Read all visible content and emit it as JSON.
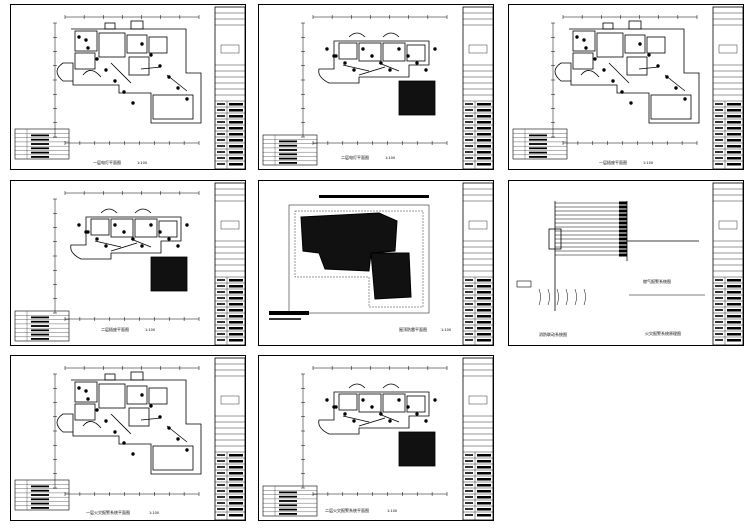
{
  "sheets": [
    {
      "id": "s1",
      "title": "一层电灯平面图",
      "scale": "1:100",
      "variant": "plan-light",
      "legend": true
    },
    {
      "id": "s2",
      "title": "二层电灯平面图",
      "scale": "1:100",
      "variant": "plan-upper",
      "legend": true
    },
    {
      "id": "s3",
      "title": "一层插座平面图",
      "scale": "1:100",
      "variant": "plan-light",
      "legend": true
    },
    {
      "id": "s4",
      "title": "二层插座平面图",
      "scale": "1:100",
      "variant": "plan-upper",
      "legend": true
    },
    {
      "id": "s5",
      "title": "屋顶防雷平面图",
      "scale": "1:100",
      "variant": "roof",
      "legend": false
    },
    {
      "id": "s6",
      "title": "燃气报警系统图",
      "subtitle": "火灾报警系统原理图",
      "subtitle2": "消防联动系统图",
      "scale": "",
      "variant": "system",
      "legend": false
    },
    {
      "id": "s7",
      "title": "一层火灾报警系统平面图",
      "scale": "1:100",
      "variant": "plan-light",
      "legend": true
    },
    {
      "id": "s8",
      "title": "二层火灾报警系统平面图",
      "scale": "1:100",
      "variant": "plan-upper",
      "legend": true
    }
  ]
}
